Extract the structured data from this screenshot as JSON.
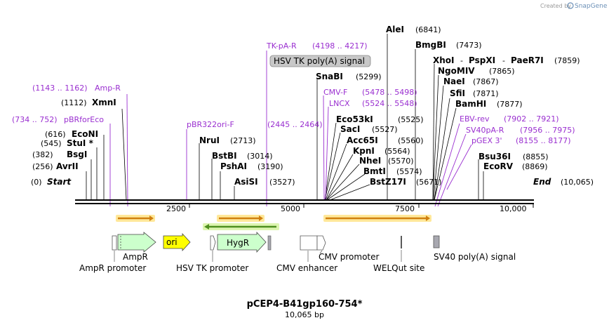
{
  "credit": {
    "prefix": "Created by",
    "brand": "SnapGene"
  },
  "map": {
    "title": "pCEP4-B41gp160-754*",
    "subtitle": "10,065 bp",
    "length": 10065,
    "start_label": "Start",
    "start_pos": "(0)",
    "end_label": "End",
    "end_pos": "(10,065)",
    "ticks": [
      "2500",
      "5000",
      "7500",
      "10,000"
    ]
  },
  "sites": [
    {
      "name": "AvrII",
      "pos": "(256)"
    },
    {
      "name": "BsgI",
      "pos": "(382)"
    },
    {
      "name": "StuI *",
      "pos": "(545)"
    },
    {
      "name": "EcoNI",
      "pos": "(616)"
    },
    {
      "name": "XmnI",
      "pos": "(1112)"
    },
    {
      "name": "NruI",
      "pos": "(2713)"
    },
    {
      "name": "BstBI",
      "pos": "(3014)"
    },
    {
      "name": "PshAI",
      "pos": "(3190)"
    },
    {
      "name": "AsiSI",
      "pos": "(3527)"
    },
    {
      "name": "SnaBI",
      "pos": "(5299)"
    },
    {
      "name": "Eco53kI",
      "pos": "(5525)"
    },
    {
      "name": "SacI",
      "pos": "(5527)"
    },
    {
      "name": "Acc65I",
      "pos": "(5560)"
    },
    {
      "name": "KpnI",
      "pos": "(5564)"
    },
    {
      "name": "NheI",
      "pos": "(5570)"
    },
    {
      "name": "BmtI",
      "pos": "(5574)"
    },
    {
      "name": "BstZ17I",
      "pos": "(5671)"
    },
    {
      "name": "AleI",
      "pos": "(6841)"
    },
    {
      "name": "BmgBI",
      "pos": "(7473)"
    },
    {
      "name": "XhoI",
      "pos": ""
    },
    {
      "name": "PspXI",
      "pos": ""
    },
    {
      "name": "PaeR7I",
      "pos": "(7859)"
    },
    {
      "name": "NgoMIV",
      "pos": "(7865)"
    },
    {
      "name": "NaeI",
      "pos": "(7867)"
    },
    {
      "name": "SfiI",
      "pos": "(7871)"
    },
    {
      "name": "BamHI",
      "pos": "(7877)"
    },
    {
      "name": "Bsu36I",
      "pos": "(8855)"
    },
    {
      "name": "EcoRV",
      "pos": "(8869)"
    }
  ],
  "primers": [
    {
      "name": "pBRforEco",
      "range": "(734 .. 752)"
    },
    {
      "name": "Amp-R",
      "range": "(1143 .. 1162)"
    },
    {
      "name": "pBR322ori-F",
      "range": "(2445 .. 2464)"
    },
    {
      "name": "TK-pA-R",
      "range": "(4198 .. 4217)"
    },
    {
      "name": "CMV-F",
      "range": "(5478 .. 5498)"
    },
    {
      "name": "LNCX",
      "range": "(5524 .. 5548)"
    },
    {
      "name": "EBV-rev",
      "range": "(7902 .. 7921)"
    },
    {
      "name": "SV40pA-R",
      "range": "(7956 .. 7975)"
    },
    {
      "name": "pGEX 3'",
      "range": "(8155 .. 8177)"
    }
  ],
  "boxed_feature": {
    "label": "HSV TK poly(A) signal"
  },
  "features": [
    {
      "name": "AmpR promoter",
      "label": "AmpR promoter"
    },
    {
      "name": "AmpR",
      "label": "AmpR"
    },
    {
      "name": "ori",
      "label": "ori"
    },
    {
      "name": "HSV TK promoter",
      "label": "HSV TK promoter"
    },
    {
      "name": "HygR",
      "label": "HygR"
    },
    {
      "name": "CMV enhancer",
      "label": "CMV enhancer"
    },
    {
      "name": "CMV promoter",
      "label": "CMV promoter"
    },
    {
      "name": "WELQut site",
      "label": "WELQut site"
    },
    {
      "name": "SV40 poly(A) signal",
      "label": "SV40 poly(A) signal"
    }
  ],
  "colors": {
    "primer": "#9a2fd0",
    "ampr": "#ccffcc",
    "ori": "#ffff00",
    "hygr": "#ccffcc",
    "orf": "#f0a020",
    "orf_rev": "#5fa020",
    "highlight": "#ffe89a",
    "gray_feature": "#a8a8b0"
  }
}
